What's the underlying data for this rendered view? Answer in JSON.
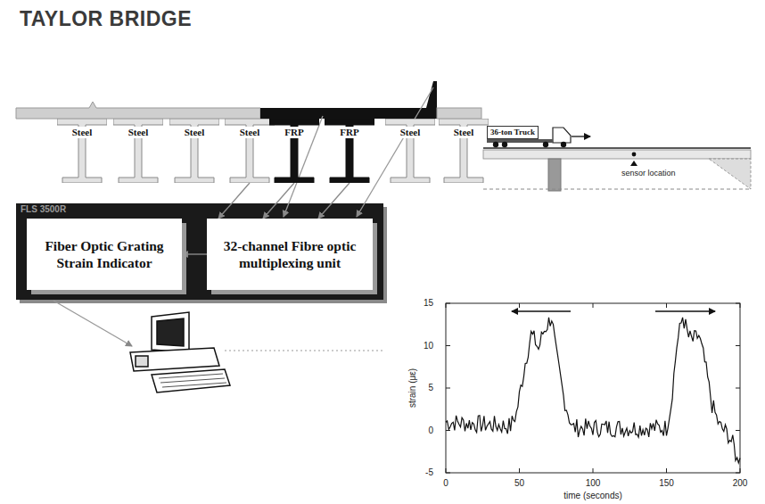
{
  "diagram": {
    "title": "TAYLOR BRIDGE",
    "nodes": [
      {
        "text": [
          "Steel"
        ]
      },
      {
        "text": [
          "Steel"
        ]
      },
      {
        "text": [
          "Steel"
        ]
      },
      {
        "text": [
          "Steel"
        ]
      },
      {
        "text": [
          "FRP"
        ]
      },
      {
        "text": [
          "FRP"
        ]
      },
      {
        "text": [
          "Steel"
        ]
      },
      {
        "text": [
          "Steel"
        ]
      },
      {
        "text": [
          "FLS 3500R"
        ]
      },
      {
        "text": [
          "Fiber Optic Grating Strain Indicator"
        ],
        "in": 8
      },
      {
        "text": [
          "32-channel Fibre optic multiplexing unit"
        ],
        "in": 8
      },
      {
        "text": [
          "36-ton Truck"
        ]
      }
    ],
    "edges": [
      {
        "from": 10,
        "to": 9,
        "arrow": "to"
      },
      {
        "from": 3,
        "to": 10,
        "arrow": "to"
      },
      {
        "from": 4,
        "to": 10,
        "arrow": "to"
      },
      {
        "from": 5,
        "to": 10,
        "arrow": "to"
      }
    ],
    "labels": [
      "sensor location",
      "15",
      "10",
      "5",
      "0",
      "-5",
      "0",
      "50",
      "100",
      "150",
      "200",
      "strain (με)",
      "time (seconds)"
    ]
  }
}
